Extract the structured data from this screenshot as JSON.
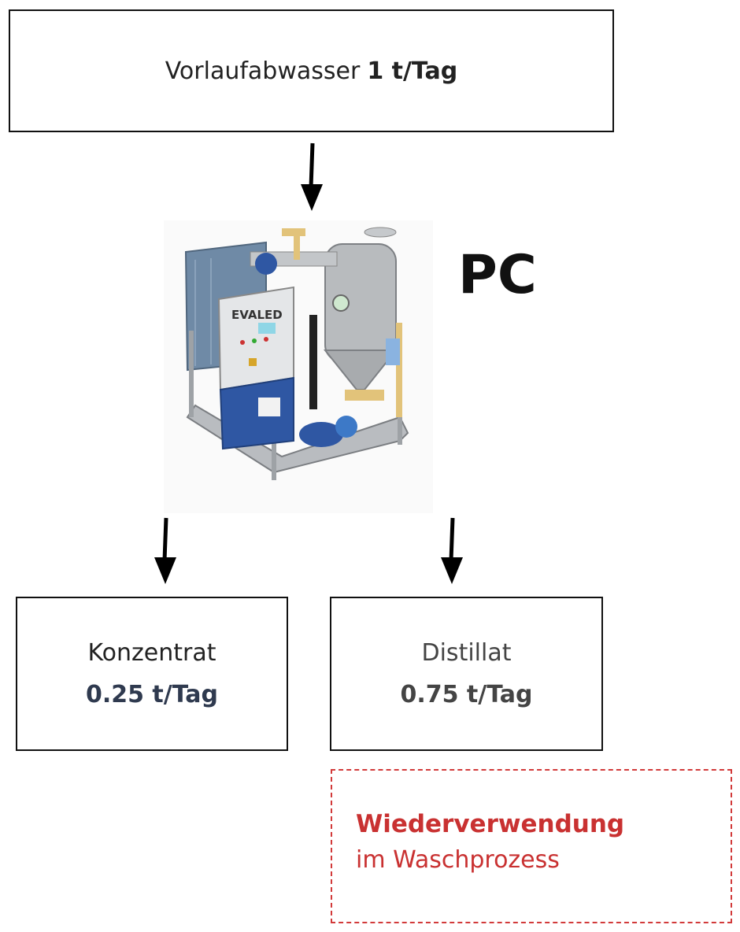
{
  "input": {
    "name": "Vorlaufabwasser",
    "amount": "1 t/Tag"
  },
  "unit": {
    "label": "PC",
    "brand_text": "EVALED"
  },
  "outputs": [
    {
      "name": "Konzentrat",
      "amount": "0.25 t/Tag"
    },
    {
      "name": "Distillat",
      "amount": "0.75 t/Tag"
    }
  ],
  "reuse": {
    "title": "Wiederverwendung",
    "subtitle": "im Waschprozess"
  },
  "colors": {
    "border": "#111111",
    "reuse": "#c93131",
    "concentrate_amount": "#2f3a4f"
  }
}
